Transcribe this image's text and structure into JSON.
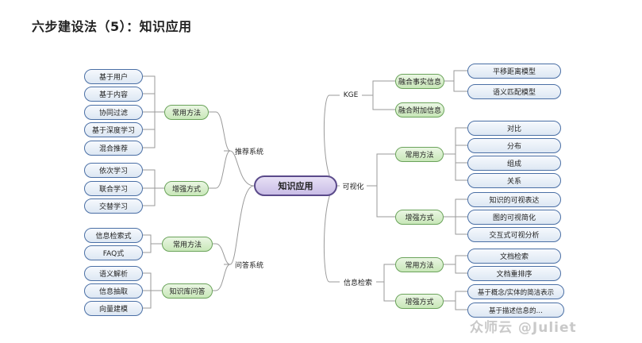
{
  "title": "六步建设法（5）：知识应用",
  "root": "知识应用",
  "left": {
    "recommend": {
      "label": "推荐系统",
      "common_label": "常用方法",
      "common_items": [
        "基于用户",
        "基于内容",
        "协同过滤",
        "基于深度学习",
        "混合推荐"
      ],
      "enhance_label": "增强方式",
      "enhance_items": [
        "依次学习",
        "联合学习",
        "交替学习"
      ]
    },
    "qa": {
      "label": "问答系统",
      "common_label": "常用方法",
      "common_items": [
        "信息检索式",
        "FAQ式"
      ],
      "kb_label": "知识库问答",
      "kb_items": [
        "语义解析",
        "信息抽取",
        "向量建模"
      ]
    }
  },
  "right": {
    "kge": {
      "label": "KGE",
      "fact_label": "融合事实信息",
      "fact_items": [
        "平移距离模型",
        "语义匹配模型"
      ],
      "extra_label": "融合附加信息"
    },
    "vis": {
      "label": "可视化",
      "common_label": "常用方法",
      "common_items": [
        "对比",
        "分布",
        "组成",
        "关系"
      ],
      "enhance_label": "增强方式",
      "enhance_items": [
        "知识的可视表达",
        "图的可视简化",
        "交互式可视分析"
      ]
    },
    "ir": {
      "label": "信息检索",
      "common_label": "常用方法",
      "common_items": [
        "文档检索",
        "文档重排序"
      ],
      "enhance_label": "增强方式",
      "enhance_items": [
        "基于概念/实体的简洁表示",
        "基于描述信息的…"
      ]
    }
  },
  "watermark": "众师云 @Juliet"
}
